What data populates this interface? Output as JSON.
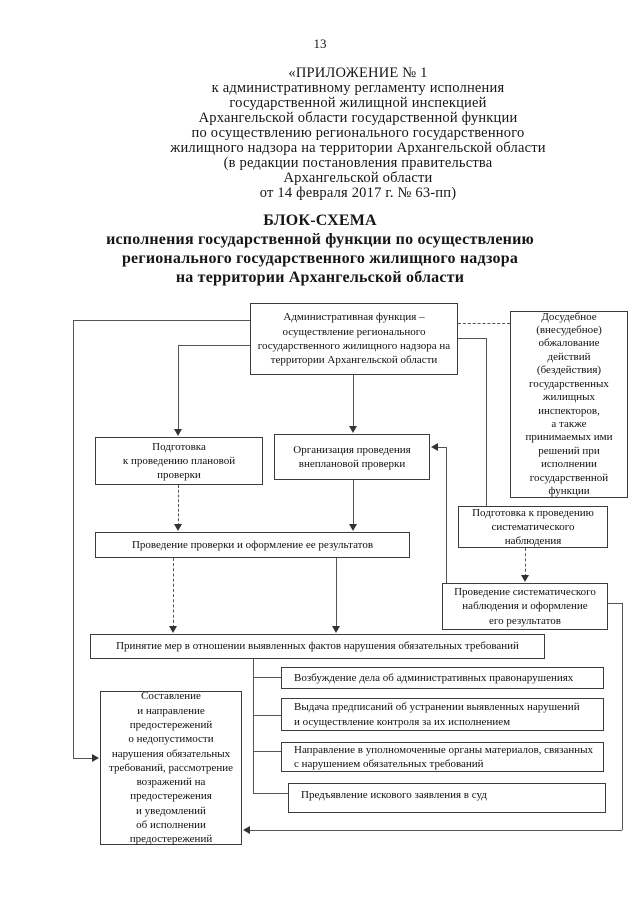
{
  "page": {
    "number": "13"
  },
  "header": {
    "lines": [
      "«ПРИЛОЖЕНИЕ № 1",
      "к административному регламенту исполнения",
      "государственной жилищной инспекцией",
      "Архангельской области государственной функции",
      "по осуществлению регионального государственного",
      "жилищного надзора на территории Архангельской области",
      "(в редакции постановления правительства",
      "Архангельской области",
      "от 14 февраля 2017 г. № 63-пп)"
    ]
  },
  "title": {
    "lines": [
      "БЛОК-СХЕМА",
      "исполнения государственной функции по осуществлению",
      "регионального государственного жилищного надзора",
      "на территории Архангельской области"
    ]
  },
  "flowchart": {
    "boxes": {
      "admin_function": "Административная функция –\nосуществление регионального\nгосударственного жилищного надзора на\nтерритории Архангельской области",
      "pre_trial": "Досудебное\n(внесудебное)\nобжалование\nдействий\n(бездействия)\nгосударственных\nжилищных\nинспекторов,\nа также\nпринимаемых ими\nрешений при\nисполнении\nгосударственной\nфункции",
      "planned_prep": "Подготовка\nк проведению плановой\nпроверки",
      "unplanned_org": "Организация проведения\nвнеплановой проверки",
      "sys_obs_prep": "Подготовка к проведению\nсистематического\nнаблюдения",
      "inspection": "Проведение проверки и оформление ее результатов",
      "sys_obs": "Проведение систематического\nнаблюдения и оформление\nего результатов",
      "measures": "Принятие мер в отношении выявленных фактов нарушения обязательных требований",
      "warnings": "Составление\nи направление\nпредостережений\nо недопустимости\nнарушения обязательных\nтребований, рассмотрение\nвозражений на\nпредостережения\nи уведомлений\nоб исполнении\nпредостережений",
      "admin_case": "Возбуждение дела об административных правонарушениях",
      "orders": "Выдача предписаний об устранении выявленных нарушений\nи осуществление контроля за их исполнением",
      "referral": "Направление в уполномоченные органы материалов, связанных\nс нарушением обязательных требований",
      "lawsuit": "Предъявление искового заявления в суд"
    }
  }
}
